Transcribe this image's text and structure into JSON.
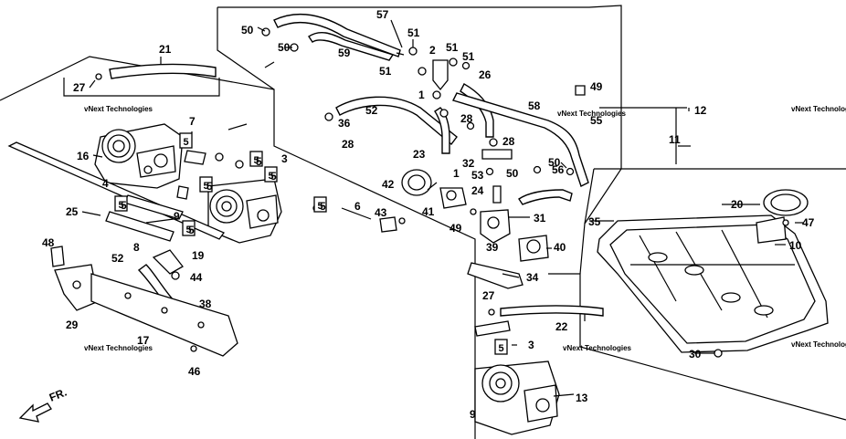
{
  "callouts": [
    "57",
    "50",
    "51",
    "50",
    "59",
    "2",
    "51",
    "51",
    "51",
    "26",
    "49",
    "21",
    "27",
    "1",
    "58",
    "7",
    "52",
    "36",
    "12",
    "28",
    "55",
    "11",
    "16",
    "28",
    "23",
    "28",
    "32",
    "56",
    "50",
    "3",
    "5",
    "53",
    "50",
    "1",
    "5",
    "42",
    "24",
    "20",
    "5",
    "5",
    "5",
    "9",
    "5",
    "6",
    "4",
    "43",
    "41",
    "49",
    "47",
    "35",
    "31",
    "25",
    "10",
    "8",
    "39",
    "40",
    "48",
    "19",
    "52",
    "44",
    "34",
    "29",
    "38",
    "27",
    "22",
    "3",
    "17",
    "30",
    "46",
    "13",
    "9"
  ],
  "box_label": "5",
  "direction_label": "FR.",
  "watermark": "vNext Technologies"
}
